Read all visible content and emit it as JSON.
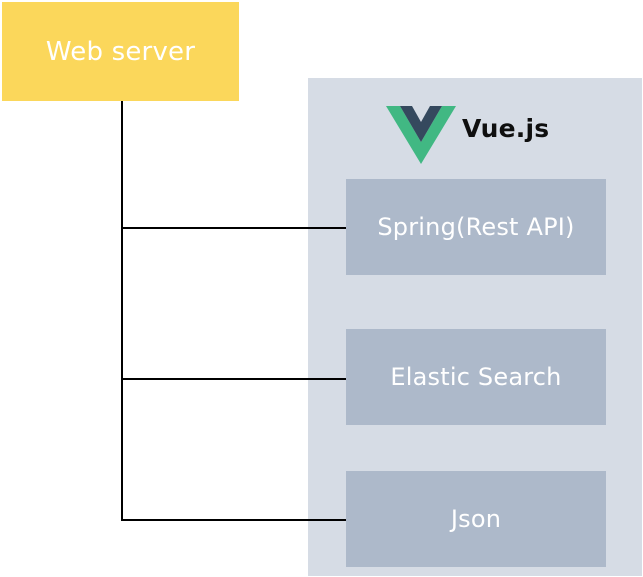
{
  "web_server": {
    "label": "Web server",
    "color": "#FBD75B"
  },
  "frontend": {
    "label": "Vue.js",
    "icon": "vue-logo-icon",
    "panel_color": "#D6DCE5",
    "logo_colors": {
      "outer": "#41B883",
      "inner": "#35495E"
    }
  },
  "components": [
    {
      "label": "Spring(Rest API)"
    },
    {
      "label": "Elastic Search"
    },
    {
      "label": "Json"
    }
  ],
  "component_color": "#ADB9CA",
  "line_color": "#000000"
}
